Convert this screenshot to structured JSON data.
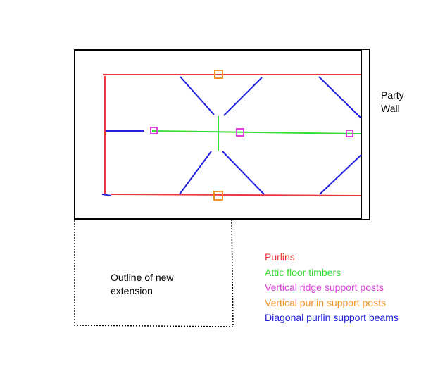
{
  "labels": {
    "party_wall": [
      "Party",
      "Wall"
    ],
    "extension": [
      "Outline of new",
      "extension"
    ]
  },
  "legend": [
    {
      "label": "Purlins",
      "color": "#e8383b"
    },
    {
      "label": "Attic floor timbers",
      "color": "#33dd33"
    },
    {
      "label": "Vertical ridge support posts",
      "color": "#e040e0"
    },
    {
      "label": "Vertical purlin support posts",
      "color": "#f39325"
    },
    {
      "label": "Diagonal purlin support beams",
      "color": "#2020e0"
    }
  ],
  "colors": {
    "outline": "#000000",
    "purlin": "#e8383b",
    "timber": "#33dd33",
    "ridge_post": "#e040e0",
    "purlin_post": "#f39325",
    "diagonal": "#2020e0"
  }
}
